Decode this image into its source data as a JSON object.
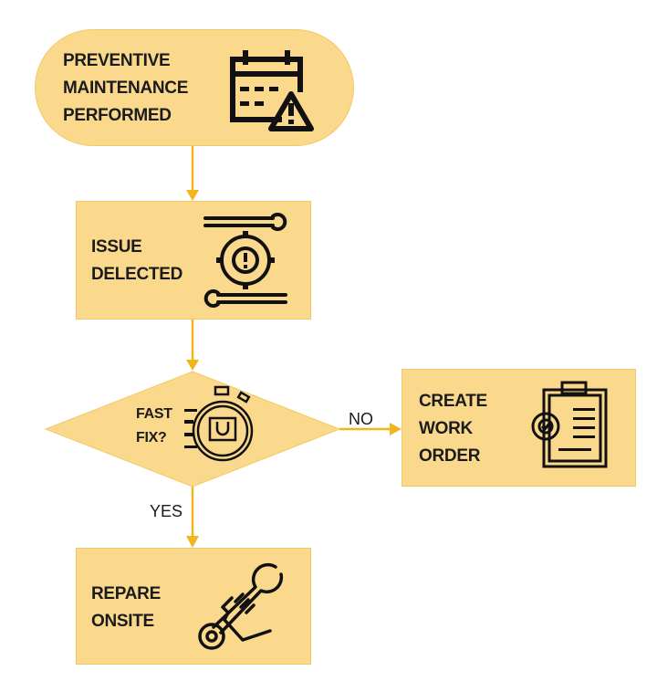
{
  "nodes": {
    "start": {
      "lines": [
        "PREVENTIVE",
        "MAINTENANCE",
        "PERFORMED"
      ],
      "icon": "calendar-warning-icon"
    },
    "issue": {
      "lines": [
        "ISSUE",
        "DELECTED"
      ],
      "icon": "gear-wrench-alert-icon"
    },
    "decision": {
      "lines": [
        "FAST",
        "FIX?"
      ],
      "icon": "stopwatch-repair-icon"
    },
    "work_order": {
      "lines": [
        "CREATE",
        "WORK",
        "ORDER"
      ],
      "icon": "clipboard-gear-icon"
    },
    "repair": {
      "lines": [
        "REPARE",
        "ONSITE"
      ],
      "icon": "hand-wrench-icon"
    }
  },
  "edges": {
    "no_label": "NO",
    "yes_label": "YES"
  },
  "colors": {
    "fill": "#fad98c",
    "arrow": "#f2b61c",
    "text": "#1b1b1b"
  }
}
